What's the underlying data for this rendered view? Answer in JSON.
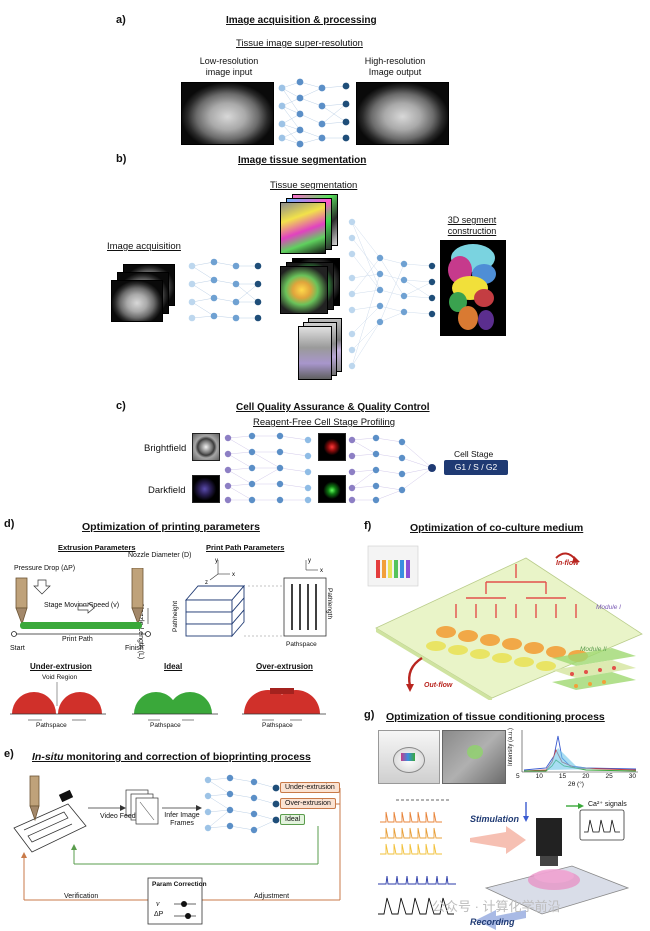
{
  "panel_a": {
    "letter": "a)",
    "title": "Image acquisition & processing",
    "subtitle": "Tissue image super-resolution",
    "left_label_line1": "Low-resolution",
    "left_label_line2": "image input",
    "right_label_line1": "High-resolution",
    "right_label_line2": "Image output"
  },
  "panel_b": {
    "letter": "b)",
    "title": "Image tissue segmentation",
    "tissue_seg": "Tissue segmentation",
    "acq": "Image acquisition",
    "seg3d_line1": "3D segment",
    "seg3d_line2": "construction"
  },
  "panel_c": {
    "letter": "c)",
    "title": "Cell Quality Assurance & Quality Control",
    "subtitle": "Reagent-Free Cell Stage Profiling",
    "brightfield": "Brightfield",
    "darkfield": "Darkfield",
    "cell_stage": "Cell Stage",
    "stage_box": "G1 / S / G2"
  },
  "panel_d": {
    "letter": "d)",
    "title": "Optimization of printing parameters",
    "extrusion_params": "Extrusion Parameters",
    "print_path_params": "Print Path Parameters",
    "pressure_drop": "Pressure Drop (ΔP)",
    "nozzle_diameter": "Nozzle Diameter (D)",
    "stage_speed": "Stage Moving Speed (v)",
    "nozzle_length": "Nozzle Length (L)",
    "print_path": "Print Path",
    "start": "Start",
    "finish": "Finish",
    "pathheight": "Pathheight",
    "pathlength": "Pathlength",
    "pathspace": "Pathspace",
    "under": "Under-extrusion",
    "ideal": "Ideal",
    "over": "Over-extrusion",
    "void_region": "Void Region"
  },
  "panel_e": {
    "letter": "e)",
    "title_italic": "In-situ",
    "title_rest": " monitoring and correction of bioprinting process",
    "video_feed": "Video Feed",
    "infer_line1": "Infer Image",
    "infer_line2": "Frames",
    "out_under": "Under-extrusion",
    "out_over": "Over-extrusion",
    "out_ideal": "Ideal",
    "verification": "Verification",
    "adjustment": "Adjustment",
    "param_correction": "Param Correction",
    "param_v": "v",
    "param_dp": "ΔP"
  },
  "panel_f": {
    "letter": "f)",
    "title": "Optimization of co-culture medium",
    "in_flow": "In-flow",
    "out_flow": "Out-flow",
    "module1": "Module I",
    "module2": "Module II"
  },
  "panel_g": {
    "letter": "g)",
    "title": "Optimization of tissue conditioning process",
    "stimulation": "Stimulation",
    "recording": "Recording",
    "ca_signals": "Ca²⁺ signals",
    "ylabel": "Intensity (a.u.)",
    "xlabel": "2θ (°)",
    "xticks": [
      "5",
      "10",
      "15",
      "20",
      "25",
      "30"
    ]
  },
  "watermark": "公众号 · 计算化学前沿",
  "colors": {
    "node_dark": "#1f4e79",
    "node_light": "#9dc3e6",
    "node_purple": "#8d7fc4",
    "stage_box": "#1f3a73",
    "green_filament": "#3aa83a",
    "red_filament": "#d0302a",
    "feedback_green": "#5a9c4c",
    "feedback_orange": "#c87a48"
  }
}
